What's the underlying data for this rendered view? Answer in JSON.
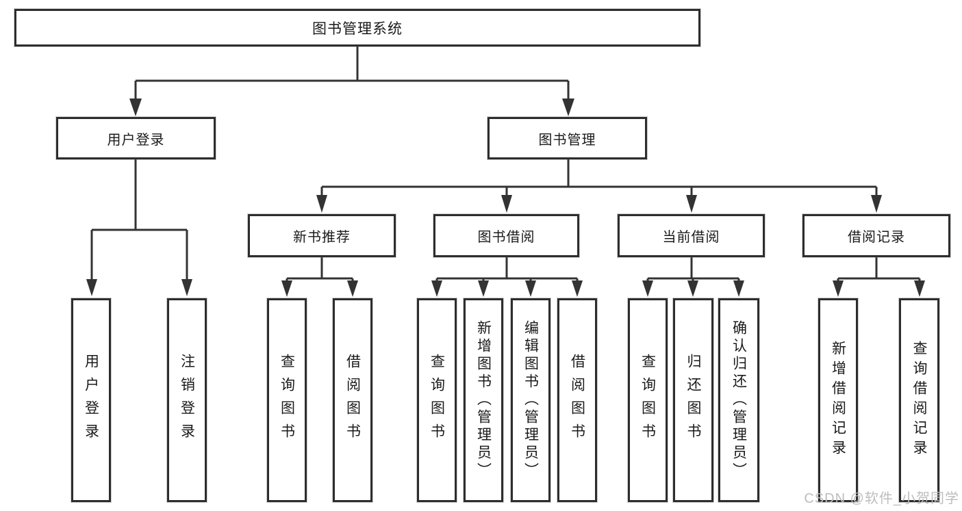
{
  "diagram": {
    "root": {
      "label": "图书管理系统"
    },
    "level2": [
      {
        "label": "用户登录"
      },
      {
        "label": "图书管理"
      }
    ],
    "level3": [
      {
        "label": "新书推荐"
      },
      {
        "label": "图书借阅"
      },
      {
        "label": "当前借阅"
      },
      {
        "label": "借阅记录"
      }
    ],
    "leaves": [
      {
        "label": "用户登录"
      },
      {
        "label": "注销登录"
      },
      {
        "label": "查询图书"
      },
      {
        "label": "借阅图书"
      },
      {
        "label": "查询图书"
      },
      {
        "label": "新增图书（管理员）"
      },
      {
        "label": "编辑图书（管理员）"
      },
      {
        "label": "借阅图书"
      },
      {
        "label": "查询图书"
      },
      {
        "label": "归还图书"
      },
      {
        "label": "确认归还（管理员）"
      },
      {
        "label": "新增借阅记录"
      },
      {
        "label": "查询借阅记录"
      }
    ]
  },
  "watermark": {
    "text": "CSDN @软件_小贺同学"
  },
  "colors": {
    "line": "#333333",
    "border": "#2d2d2d",
    "text": "#1a1a1a",
    "background": "#ffffff",
    "watermark": "#bdbdbd"
  }
}
